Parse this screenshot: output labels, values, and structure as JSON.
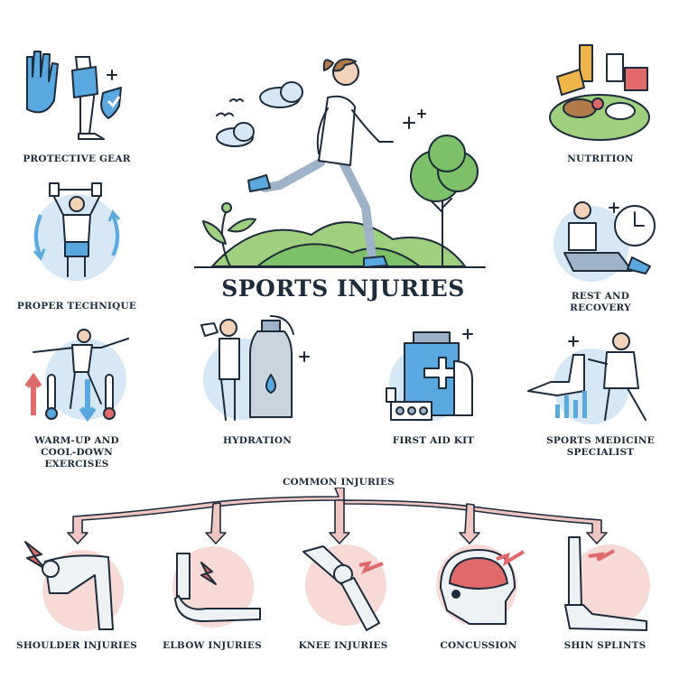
{
  "title": "SPORTS INJURIES",
  "tips": [
    {
      "label": "PROTECTIVE GEAR"
    },
    {
      "label": "PROPER TECHNIQUE"
    },
    {
      "label": "WARM-UP AND\nCOOL-DOWN\nEXERCISES"
    },
    {
      "label": "HYDRATION"
    },
    {
      "label": "FIRST AID KIT"
    },
    {
      "label": "NUTRITION"
    },
    {
      "label": "REST AND\nRECOVERY"
    },
    {
      "label": "SPORTS MEDICINE\nSPECIALIST"
    }
  ],
  "common": {
    "heading": "COMMON INJURIES",
    "items": [
      {
        "label": "SHOULDER INJURIES"
      },
      {
        "label": "ELBOW INJURIES"
      },
      {
        "label": "KNEE INJURIES"
      },
      {
        "label": "CONCUSSION"
      },
      {
        "label": "SHIN SPLINTS"
      }
    ]
  },
  "colors": {
    "outline": "#1d2b3a",
    "accent_blue": "#bcd9f1",
    "injury_pink": "#f7d9d6",
    "arrow_red": "#e06a6a",
    "grass_green": "#7ec06a"
  }
}
